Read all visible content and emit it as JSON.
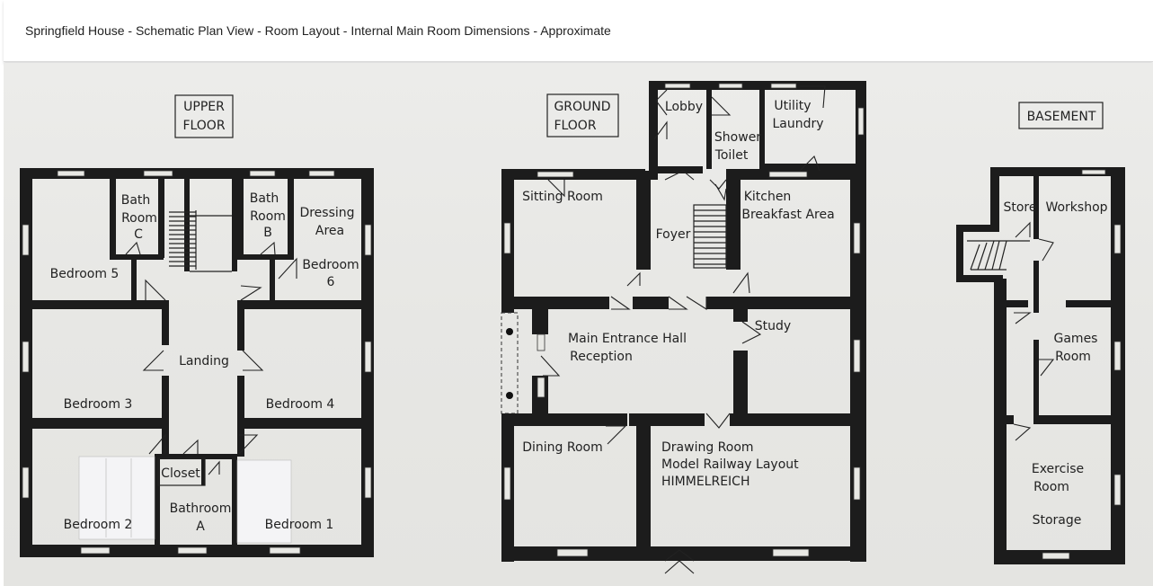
{
  "header": {
    "title": "Springfield House - Schematic Plan View - Room Layout - Internal Main Room Dimensions - Approximate"
  },
  "upper_floor": {
    "title_line1": "UPPER",
    "title_line2": "FLOOR",
    "rooms": {
      "bath_c": [
        "Bath",
        "Room",
        "C"
      ],
      "bath_b": [
        "Bath",
        "Room",
        "B"
      ],
      "dressing": [
        "Dressing",
        "Area"
      ],
      "bedroom5": "Bedroom 5",
      "bedroom6": [
        "Bedroom",
        "6"
      ],
      "landing": "Landing",
      "bedroom3": "Bedroom 3",
      "bedroom4": "Bedroom 4",
      "closet": "Closet",
      "bathroom_a": [
        "Bathroom",
        "A"
      ],
      "bedroom2": "Bedroom 2",
      "bedroom1": "Bedroom 1"
    }
  },
  "ground_floor": {
    "title_line1": "GROUND",
    "title_line2": "FLOOR",
    "rooms": {
      "lobby": "Lobby",
      "shower": [
        "Shower",
        "Toilet"
      ],
      "utility": [
        "Utility",
        "Laundry"
      ],
      "sitting": "Sitting Room",
      "kitchen": [
        "Kitchen",
        "Breakfast Area"
      ],
      "foyer": "Foyer",
      "hall": [
        "Main Entrance Hall",
        "Reception"
      ],
      "study": "Study",
      "dining": "Dining Room",
      "drawing": [
        "Drawing Room",
        "Model Railway Layout",
        "HIMMELREICH"
      ]
    }
  },
  "basement": {
    "title": "BASEMENT",
    "rooms": {
      "store": "Store",
      "workshop": "Workshop",
      "games": [
        "Games",
        "Room"
      ],
      "exercise": [
        "Exercise",
        "Room"
      ],
      "storage": "Storage"
    }
  }
}
